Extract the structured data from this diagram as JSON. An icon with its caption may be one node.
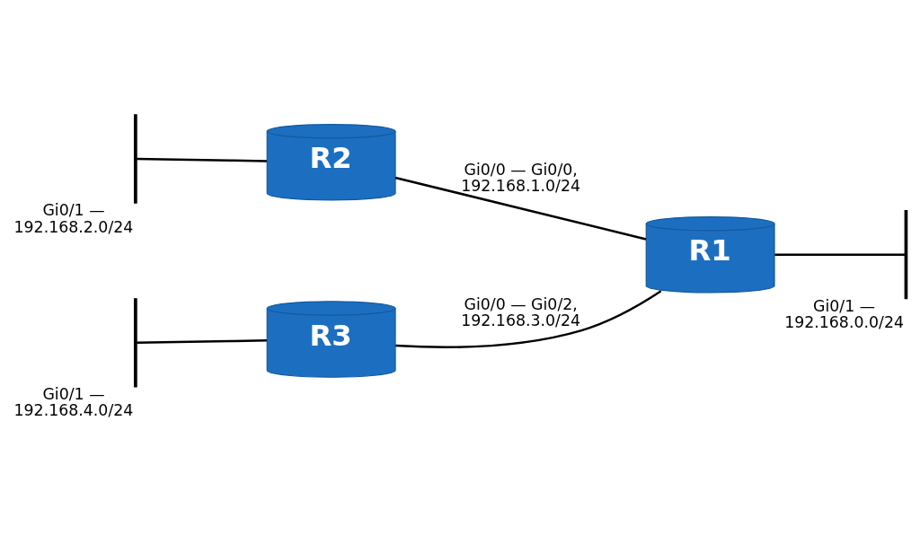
{
  "diagram": {
    "nodes": [
      {
        "text": [],
        "shape": "bar",
        "beside": [
          "Gi0/1 — 192.168.2.0/24"
        ]
      },
      {
        "text": [
          "R2"
        ]
      },
      {
        "text": [
          "R1"
        ]
      },
      {
        "text": [],
        "shape": "bar",
        "beside": [
          "Gi0/1 — 192.168.0.0/24"
        ]
      },
      {
        "text": [],
        "shape": "bar",
        "beside": [
          "Gi0/1 — 192.168.4.0/24"
        ]
      },
      {
        "text": [
          "R3"
        ]
      }
    ],
    "edges": [
      {
        "from": 0,
        "to": 1,
        "arrow": "none"
      },
      {
        "from": 1,
        "to": 2,
        "arrow": "none",
        "label": "Gi0/0 — Gi0/0, 192.168.1.0/24"
      },
      {
        "from": 2,
        "to": 3,
        "arrow": "none"
      },
      {
        "from": 4,
        "to": 5,
        "arrow": "none"
      },
      {
        "from": 5,
        "to": 2,
        "arrow": "none",
        "label": "Gi0/0 — Gi0/2, 192.168.3.0/24"
      }
    ]
  }
}
